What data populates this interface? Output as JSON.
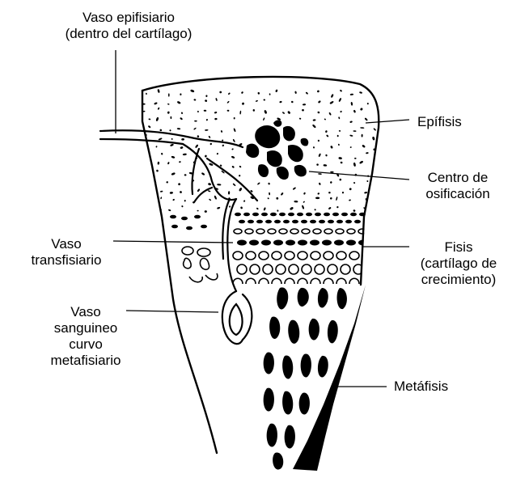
{
  "colors": {
    "ink": "#000000",
    "paper": "#ffffff"
  },
  "labels": {
    "vaso_epifisiario": {
      "line1": "Vaso epifisiario",
      "line2": "(dentro del cartílago)"
    },
    "epifisis": "Epífisis",
    "centro": {
      "line1": "Centro de",
      "line2": "osificación"
    },
    "vaso_transfisiario": {
      "line1": "Vaso",
      "line2": "transfisiario"
    },
    "fisis": {
      "line1": "Fisis",
      "line2": "(cartílago de",
      "line3": "crecimiento)"
    },
    "vaso_curvo": {
      "line1": "Vaso",
      "line2": "sanguineo",
      "line3": "curvo",
      "line4": "metafisiario"
    },
    "metafisis": "Metáfisis"
  }
}
